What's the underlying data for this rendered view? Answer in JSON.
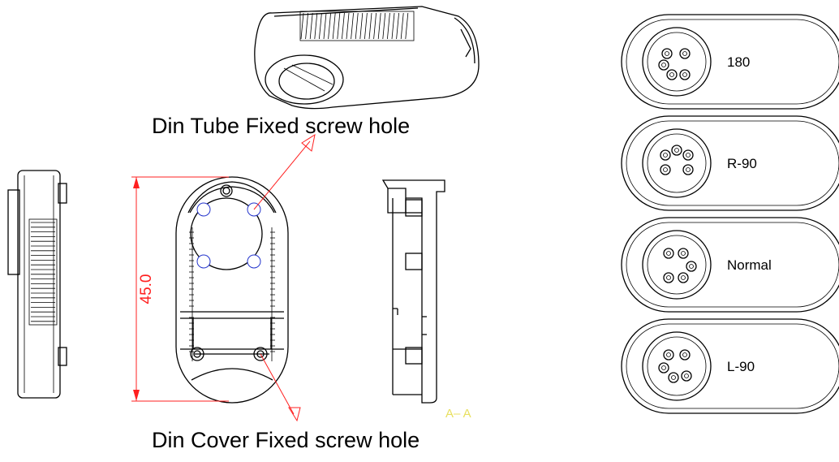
{
  "captions": {
    "tube_hole": "Din Tube Fixed screw hole",
    "cover_hole": "Din Cover Fixed screw hole"
  },
  "dimension": {
    "value": "45.0"
  },
  "section_label": "A– A",
  "variants": [
    {
      "label": "180"
    },
    {
      "label": "R-90"
    },
    {
      "label": "Normal"
    },
    {
      "label": "L-90"
    }
  ],
  "colors": {
    "dimension": "#ff2020",
    "screw_hole": "#2233cc",
    "section_hatch": "#e8cf5a",
    "line": "#000000"
  }
}
